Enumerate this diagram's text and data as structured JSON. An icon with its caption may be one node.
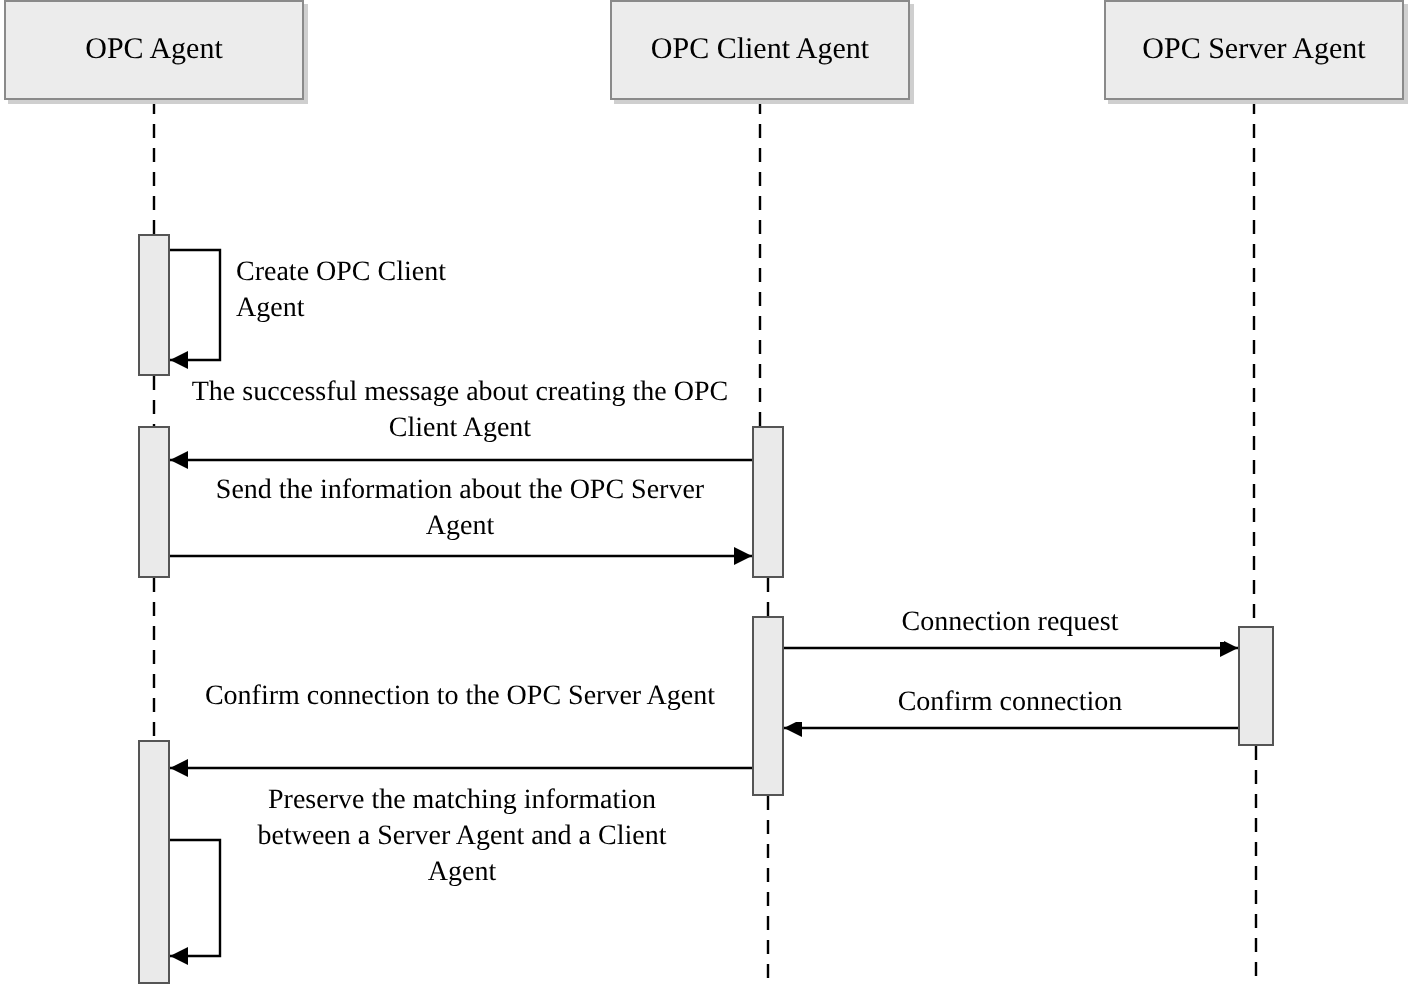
{
  "diagram": {
    "nodes": [
      {
        "text": [
          "OPC Agent"
        ]
      },
      {
        "text": [
          "OPC Client Agent"
        ]
      },
      {
        "text": [
          "OPC Server Agent"
        ]
      },
      {
        "text": [],
        "shape": "bar"
      },
      {
        "text": [],
        "shape": "bar"
      },
      {
        "text": [],
        "shape": "bar"
      },
      {
        "text": [],
        "shape": "bar"
      },
      {
        "text": [],
        "shape": "bar"
      },
      {
        "text": [],
        "shape": "bar"
      }
    ],
    "edges": [
      {
        "from": 3,
        "to": 3,
        "arrow": "to",
        "label": "Create OPC Client Agent"
      },
      {
        "from": 5,
        "to": 4,
        "arrow": "to",
        "label": "The successful message about creating the OPC Client Agent"
      },
      {
        "from": 4,
        "to": 5,
        "arrow": "to",
        "label": "Send the information about the OPC Server Agent"
      },
      {
        "from": 6,
        "to": 7,
        "arrow": "to",
        "label": "Connection request"
      },
      {
        "from": 7,
        "to": 6,
        "arrow": "to",
        "label": "Confirm connection"
      },
      {
        "from": 6,
        "to": 8,
        "arrow": "to",
        "label": "Confirm connection to the OPC Server Agent"
      },
      {
        "from": 8,
        "to": 8,
        "arrow": "to",
        "label": "Preserve the matching information between a Server Agent and a Client Agent"
      },
      {
        "from": 0,
        "to": 3,
        "arrow": "none",
        "style": "dashed"
      },
      {
        "from": 3,
        "to": 4,
        "arrow": "none",
        "style": "dashed"
      },
      {
        "from": 4,
        "to": 8,
        "arrow": "none",
        "style": "dashed"
      },
      {
        "from": 1,
        "to": 5,
        "arrow": "none",
        "style": "dashed"
      },
      {
        "from": 5,
        "to": 6,
        "arrow": "none",
        "style": "dashed"
      },
      {
        "from": 6,
        "to": null,
        "arrow": "none",
        "style": "dashed"
      },
      {
        "from": 2,
        "to": 7,
        "arrow": "none",
        "style": "dashed"
      },
      {
        "from": 7,
        "to": null,
        "arrow": "none",
        "style": "dashed"
      }
    ]
  }
}
